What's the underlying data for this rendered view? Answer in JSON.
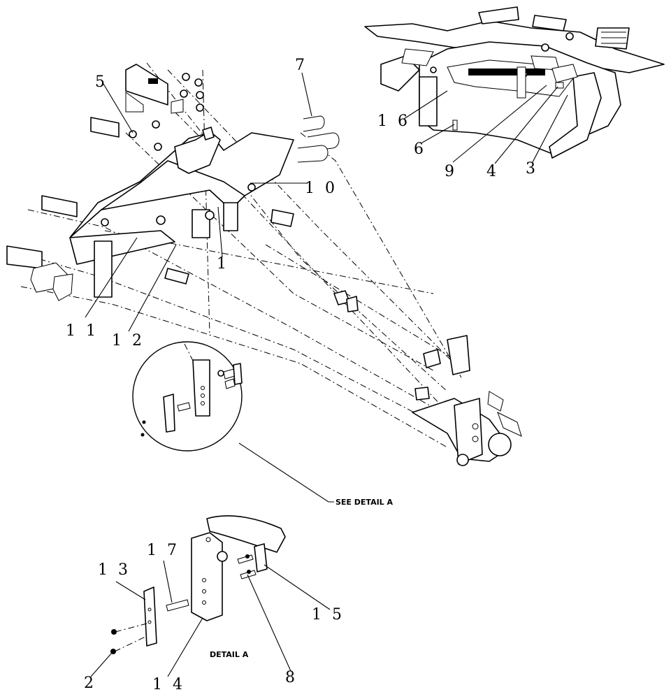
{
  "diagram": {
    "callouts": {
      "c1": "1",
      "c2": "2",
      "c3": "3",
      "c4": "4",
      "c5": "5",
      "c6": "6",
      "c7": "7",
      "c8": "8",
      "c9": "9",
      "c10": "1 0",
      "c11": "1 1",
      "c12": "1 2",
      "c13": "1 3",
      "c14": "1 4",
      "c15": "1 5",
      "c16": "1 6",
      "c17": "1 7"
    },
    "see_detail_label": "SEE DETAIL A",
    "detail_label": "DETAIL A"
  }
}
